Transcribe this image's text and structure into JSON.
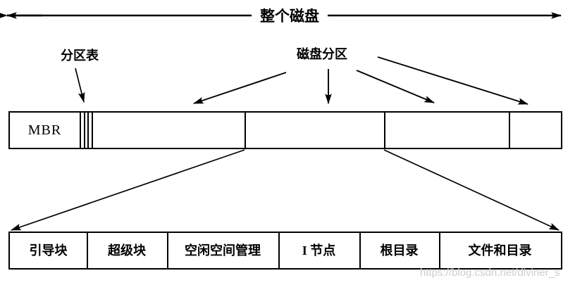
{
  "title_arrow": {
    "label": "整个磁盘"
  },
  "callouts": {
    "partition_table": "分区表",
    "disk_partition": "磁盘分区"
  },
  "disk_bar": {
    "mbr_label": "MBR"
  },
  "filesystem_bar": {
    "cells": [
      {
        "label": "引导块"
      },
      {
        "label": "超级块"
      },
      {
        "label": "空闲空间管理"
      },
      {
        "label": "I 节点"
      },
      {
        "label": "根目录"
      },
      {
        "label": "文件和目录"
      }
    ]
  },
  "watermark": "https://blog.csdn.net/diviner_s",
  "colors": {
    "line": "#000000",
    "background": "#ffffff",
    "watermark": "#cdcdcd"
  }
}
